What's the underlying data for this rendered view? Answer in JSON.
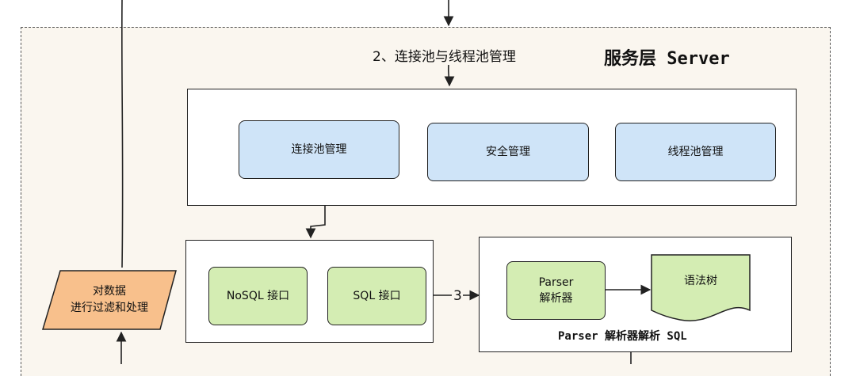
{
  "server_layer": {
    "title": "服务层 Server",
    "step2_label": "2、连接池与线程池管理"
  },
  "connection_group": {
    "items": [
      "连接池管理",
      "安全管理",
      "线程池管理"
    ]
  },
  "interface_group": {
    "items": [
      "NoSQL 接口",
      "SQL 接口"
    ]
  },
  "step3_label": "3",
  "parser_group": {
    "parser_line1": "Parser",
    "parser_line2": "解析器",
    "syntax_tree": "语法树",
    "caption": "Parser 解析器解析 SQL"
  },
  "filter_box": {
    "line1": "对数据",
    "line2": "进行过滤和处理"
  },
  "colors": {
    "blue_fill": "#cfe4f8",
    "green_fill": "#d4edb3",
    "orange_fill": "#f8c08c",
    "zone_fill": "#faf6ef"
  }
}
